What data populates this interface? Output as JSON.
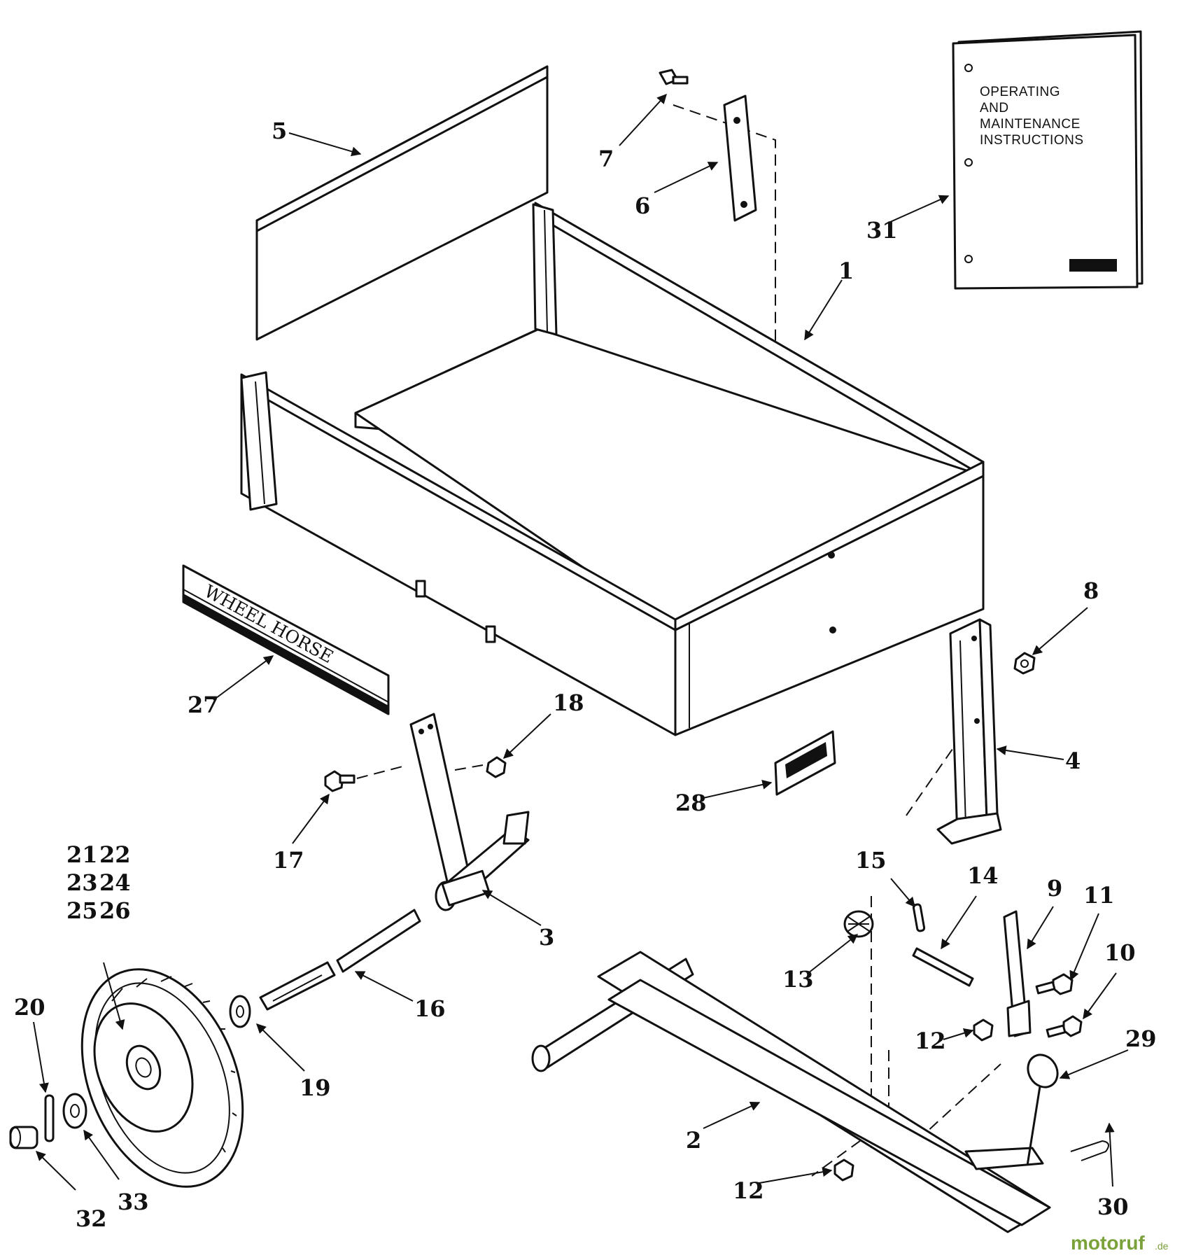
{
  "manual": {
    "title_lines": [
      "OPERATING",
      "AND",
      "MAINTENANCE",
      "INSTRUCTIONS"
    ]
  },
  "decal": {
    "text": "WHEEL HORSE"
  },
  "watermark": {
    "text": "motoruf",
    "suffix": ".de"
  },
  "callouts": [
    "1",
    "2",
    "3",
    "4",
    "5",
    "6",
    "7",
    "8",
    "9",
    "10",
    "11",
    "12",
    "12",
    "12",
    "13",
    "14",
    "15",
    "16",
    "17",
    "18",
    "19",
    "20",
    "21",
    "22",
    "23",
    "24",
    "25",
    "26",
    "27",
    "28",
    "29",
    "30",
    "31",
    "32",
    "33"
  ],
  "colors": {
    "line": "#111111",
    "background": "#ffffff",
    "watermark": "#7aa13a"
  }
}
